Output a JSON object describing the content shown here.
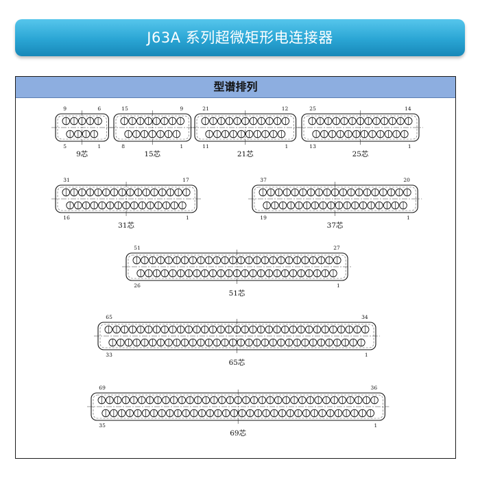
{
  "header": {
    "title": "J63A 系列超微矩形电连接器"
  },
  "panel": {
    "title": "型谱排列"
  },
  "connectors": [
    {
      "label": "9芯",
      "top_row": 5,
      "bottom_row": 4,
      "top_left": "9",
      "top_right": "6",
      "bottom_left": "5",
      "bottom_right": "1"
    },
    {
      "label": "15芯",
      "top_row": 8,
      "bottom_row": 7,
      "top_left": "15",
      "top_right": "9",
      "bottom_left": "8",
      "bottom_right": "1"
    },
    {
      "label": "21芯",
      "top_row": 11,
      "bottom_row": 10,
      "top_left": "21",
      "top_right": "12",
      "bottom_left": "11",
      "bottom_right": "1"
    },
    {
      "label": "25芯",
      "top_row": 13,
      "bottom_row": 12,
      "top_left": "25",
      "top_right": "14",
      "bottom_left": "13",
      "bottom_right": "1"
    },
    {
      "label": "31芯",
      "top_row": 16,
      "bottom_row": 15,
      "top_left": "31",
      "top_right": "17",
      "bottom_left": "16",
      "bottom_right": "1"
    },
    {
      "label": "37芯",
      "top_row": 19,
      "bottom_row": 18,
      "top_left": "37",
      "top_right": "20",
      "bottom_left": "19",
      "bottom_right": "1"
    },
    {
      "label": "51芯",
      "top_row": 26,
      "bottom_row": 25,
      "top_left": "51",
      "top_right": "27",
      "bottom_left": "26",
      "bottom_right": "1"
    },
    {
      "label": "65芯",
      "top_row": 33,
      "bottom_row": 32,
      "top_left": "65",
      "top_right": "34",
      "bottom_left": "33",
      "bottom_right": "1"
    },
    {
      "label": "69芯",
      "top_row": 35,
      "bottom_row": 34,
      "top_left": "69",
      "top_right": "36",
      "bottom_left": "35",
      "bottom_right": "1"
    }
  ]
}
